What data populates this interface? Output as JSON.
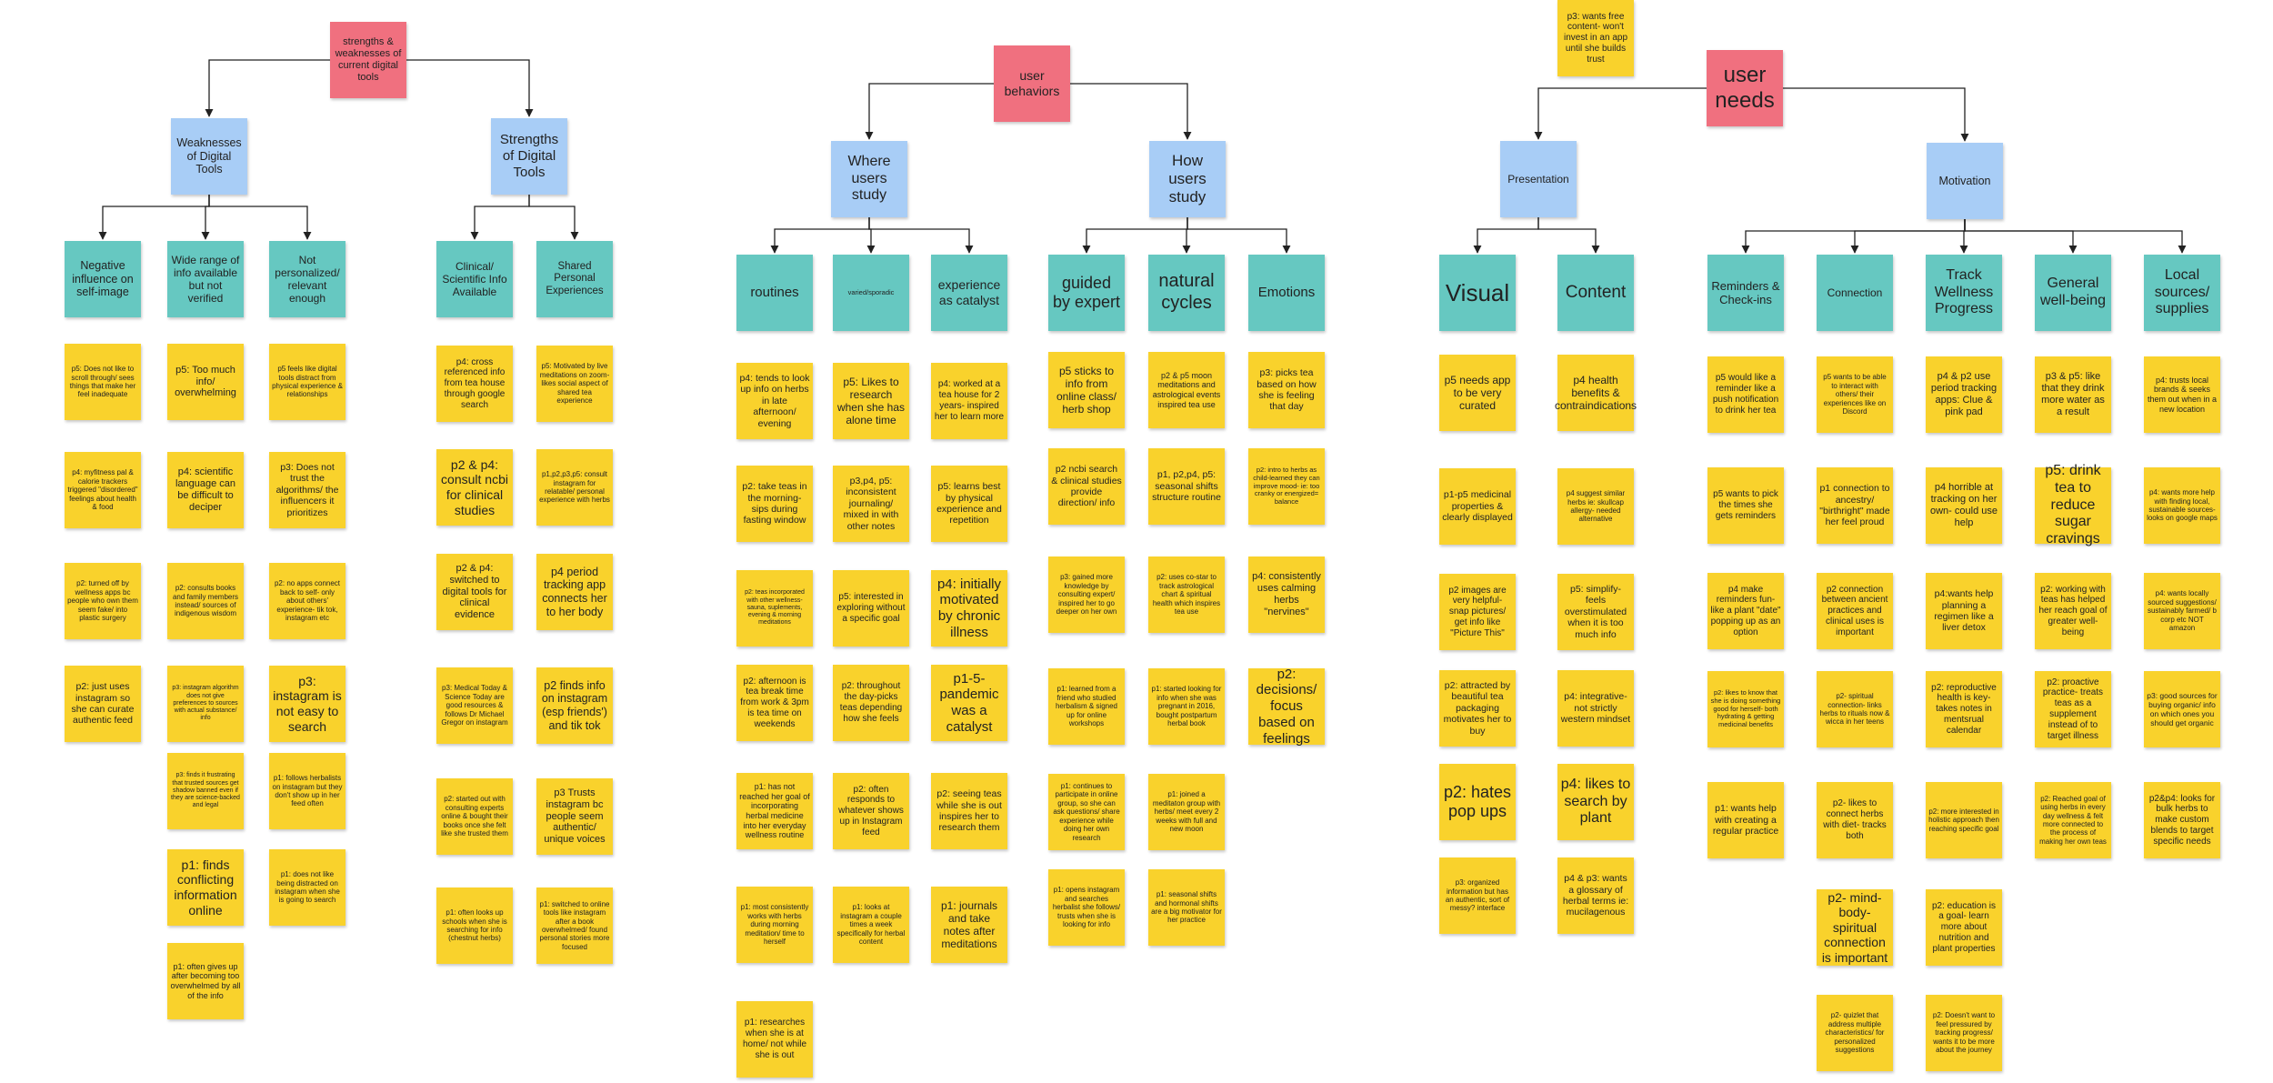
{
  "colors": {
    "title": "#f0707f",
    "category": "#a8cdf6",
    "subcategory": "#66c8c1",
    "note": "#f9d22c",
    "connector": "#222222"
  },
  "sections": [
    {
      "title": "strengths & weaknesses of current digital tools",
      "groups": [
        {
          "label": "Weaknesses of Digital Tools",
          "columns": [
            {
              "label": "Negative influence on self-image",
              "notes": [
                "p5: Does not like to scroll through/ sees things that make her feel inadequate",
                "p4: myfitness pal & calorie trackers triggered \"disordered\" feelings about health & food",
                "p2: turned off by wellness apps bc people who own them seem fake/ into plastic surgery",
                "p2: just uses instagram so she can curate authentic feed"
              ]
            },
            {
              "label": "Wide range of info available but not verified",
              "notes": [
                "p5: Too much info/ overwhelming",
                "p4: scientific language can be difficult to deciper",
                "p2: consults books and family members instead/ sources of indigenous wisdom",
                "p3: instagram algorithm does not give preferences to sources with actual substance/ info",
                "p3: finds it frustrating that trusted sources get shadow banned even if they are science-backed and legal",
                "p1: finds conflicting information online",
                "p1: often gives up after becoming too overwhelmed by all of the info"
              ]
            },
            {
              "label": "Not personalized/ relevant enough",
              "notes": [
                "p5 feels like digital tools distract from physical experience & relationships",
                "p3: Does not trust the algorithms/ the influencers it prioritizes",
                "p2: no apps connect back to self- only about others' experience- tik tok, instagram etc",
                "p3: instagram is not easy to search",
                "p1: follows herbalists on instagram but they don't show up in her feed often",
                "p1: does not like being distracted on instagram when she is going to search"
              ]
            }
          ]
        },
        {
          "label": "Strengths of Digital Tools",
          "columns": [
            {
              "label": "Clinical/ Scientific Info Available",
              "notes": [
                "p4: cross referenced info from tea house through google search",
                "p2 & p4: consult ncbi for clinical studies",
                "p2 & p4: switched to digital tools for clinical evidence",
                "p3: Medical Today & Science Today are good resources & follows Dr Michael Gregor on instagram",
                "p2: started out with consulting experts online & bought their books once she felt like she trusted them",
                "p1: often looks up schools when she is searching for info (chestnut herbs)"
              ]
            },
            {
              "label": "Shared Personal Experiences",
              "notes": [
                "p5: Motivated by live meditations on zoom- likes social aspect of shared tea experience",
                "p1,p2,p3,p5: consult instagram for relatable/ personal experience with herbs",
                "p4 period tracking app connects her to her body",
                "p2 finds info on instagram (esp friends') and tik tok",
                "p3 Trusts instagram bc people seem authentic/ unique voices",
                "p1: switched to online tools like instagram after a book overwhelmed/ found personal stories more focused"
              ]
            }
          ]
        }
      ]
    },
    {
      "title": "user behaviors",
      "groups": [
        {
          "label": "Where users study",
          "columns": [
            {
              "label": "routines",
              "notes": [
                "p4: tends to look up info on herbs in late afternoon/ evening",
                "p2: take teas in the morning- sips during fasting window",
                "p2: teas incorporated with other wellness- sauna, suplements, evening & morning meditations",
                "p2: afternoon is tea break time from work & 3pm is tea time on weekends",
                "p1: has not reached her goal of incorporating herbal medicine into her everyday wellness routine",
                "p1: most consistently works with herbs during morning meditation/ time to herself",
                "p1: researches when she is at home/ not while she is out"
              ]
            },
            {
              "label": "varied/sporadic",
              "notes": [
                "p5: Likes to research when she has alone time",
                "p3,p4, p5: inconsistent journaling/ mixed in with other notes",
                "p5: interested in exploring without a specific goal",
                "p2: throughout the day-picks teas depending how she feels",
                "p2: often responds to whatever shows up in Instagram feed",
                "p1: looks at instagram a couple times a week specifically for herbal content"
              ]
            },
            {
              "label": "experience as catalyst",
              "notes": [
                "p4: worked at a tea house for 2 years- inspired her to learn more",
                "p5: learns best by physical experience and repetition",
                "p4: initially motivated by chronic illness",
                "p1-5- pandemic was a catalyst",
                "p2: seeing teas while she is out inspires her to research them",
                "p1: journals and take notes after meditations"
              ]
            }
          ]
        },
        {
          "label": "How users study",
          "columns": [
            {
              "label": "guided by expert",
              "notes": [
                "p5 sticks to info from online class/ herb shop",
                "p2 ncbi search & clinical studies provide direction/ info",
                "p3: gained more knowledge by consulting expert/ inspired her to go deeper on her own",
                "p1: learned from a friend who studied herbalism & signed up for online workshops",
                "p1: continues to participate in online group, so she can ask questions/ share experience while doing her own research",
                "p1: opens instagram and searches herbalist she follows/ trusts when she is looking for info"
              ]
            },
            {
              "label": "natural cycles",
              "notes": [
                "p2 & p5 moon meditations and astrological events inspired tea use",
                "p1, p2,p4, p5: seasonal shifts structure routine",
                "p2: uses co-star to track astrological chart & spiritual health which inspires tea use",
                "p1: started looking for info when she was pregnant in 2016, bought postpartum herbal book",
                "p1: joined a meditaton group with herbs/ meet every 2 weeks with full and new moon",
                "p1: seasonal shifts and hormonal shifts are a big motivator for her practice"
              ]
            },
            {
              "label": "Emotions",
              "notes": [
                "p3: picks tea based on how she is feeling that day",
                "p2: intro to herbs as child-learned they can improve mood- ie: too cranky or energized= balance",
                "p4: consistently uses calming herbs \"nervines\"",
                "p2: decisions/ focus based on feelings"
              ]
            }
          ]
        }
      ]
    },
    {
      "title": "user needs",
      "groups": [
        {
          "label": "Presentation",
          "columns": [
            {
              "label": "Visual",
              "notes": [
                "p5 needs app to be very curated",
                "p1-p5 medicinal properties & clearly displayed",
                "p2 images are very helpful- snap pictures/ get info like \"Picture This\"",
                "p2: attracted by beautiful tea packaging motivates her to buy",
                "p2: hates pop ups",
                "p3: organized information but has an authentic, sort of messy? interface"
              ]
            },
            {
              "label": "Content",
              "notes": [
                "p4 health benefits & contraindications",
                "p4 suggest similar herbs ie: skullcap allergy- needed alternative",
                "p5: simplify- feels overstimulated when it is too much info",
                "p4: integrative- not strictly western mindset",
                "p4: likes to search by plant",
                "p4 & p3: wants a glossary of herbal terms ie: mucilagenous",
                "p3: wants free content- won't invest in an app until she builds trust"
              ]
            }
          ]
        },
        {
          "label": "Motivation",
          "columns": [
            {
              "label": "Reminders & Check-ins",
              "notes": [
                "p5 would like a reminder like a push notification to drink her tea",
                "p5 wants to pick the times she gets reminders",
                "p4 make reminders fun- like a plant \"date\" popping up as an option",
                "p2: likes to know that she is doing something good for herself- both hydrating & getting medicinal benefits",
                "p1: wants help with creating a regular practice"
              ]
            },
            {
              "label": "Connection",
              "notes": [
                "p5 wants to be able to interact with others/ their experiences like on Discord",
                "p1 connection to ancestry/ \"birthright\" made her feel proud",
                "p2 connection between ancient practices and clinical uses is important",
                "p2- spiritual connection- links herbs to rituals now & wicca in her teens",
                "p2- likes to connect herbs with diet- tracks both",
                "p2- mind-body-spiritual connection is important",
                "p2- quizlet that address multiple characteristics/ for personalized suggestions"
              ]
            },
            {
              "label": "Track Wellness Progress",
              "notes": [
                "p4 & p2 use period tracking apps: Clue & pink pad",
                "p4 horrible at tracking on her own- could use help",
                "p4:wants help planning a regimen like a liver detox",
                "p2: reproductive health is key- takes notes in mentsrual calendar",
                "p2: more interested in holistic approach then reaching specific goal",
                "p2: education is a goal- learn more about nutrition and plant properties",
                "p2: Doesn't want to feel pressured by tracking progress/ wants it to be more about the journey"
              ]
            },
            {
              "label": "General well-being",
              "notes": [
                "p3 & p5: like that they drink more water as a result",
                "p5: drink tea to reduce sugar cravings",
                "p2: working with teas has helped her reach goal of greater well-being",
                "p2: proactive practice- treats teas as a supplement instead of to target illness",
                "p2: Reached goal of using herbs in every day wellness & felt more connected to the process of making her own teas"
              ]
            },
            {
              "label": "Local sources/ supplies",
              "notes": [
                "p4: trusts local brands & seeks them out when in a new location",
                "p4: wants more help with finding local, sustainable sources- looks on google maps",
                "p4: wants locally sourced suggestions/ sustainably farmed/ b corp etc NOT amazon",
                "p3: good sources for buying organic/ info on which ones you should get organic",
                "p2&p4: looks for bulk herbs to make custom blends to target specific needs"
              ]
            }
          ]
        }
      ]
    }
  ]
}
